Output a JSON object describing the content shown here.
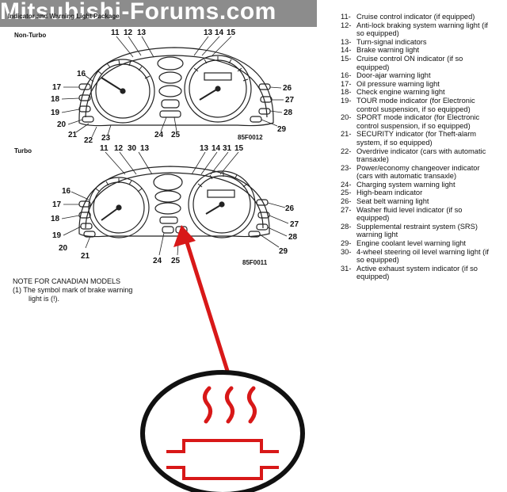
{
  "watermark": "Mitsubishi-Forums.com",
  "section_title": "Indicator and Warning Light Package",
  "diagrams": {
    "non_turbo": {
      "label": "Non-Turbo",
      "code": "85F0012",
      "callouts": [
        "11",
        "12",
        "13",
        "13",
        "14",
        "15",
        "16",
        "17",
        "18",
        "19",
        "20",
        "21",
        "22",
        "23",
        "24",
        "25",
        "26",
        "27",
        "28",
        "29"
      ]
    },
    "turbo": {
      "label": "Turbo",
      "code": "85F0011",
      "callouts": [
        "11",
        "12",
        "30",
        "13",
        "13",
        "14",
        "31",
        "15",
        "16",
        "17",
        "18",
        "19",
        "20",
        "21",
        "24",
        "25",
        "26",
        "27",
        "28",
        "29"
      ]
    }
  },
  "note": {
    "title": "NOTE FOR CANADIAN MODELS",
    "line1": "(1)  The symbol mark of brake warning",
    "line2": "light is (!)."
  },
  "legend": [
    {
      "num": "11-",
      "text": "Cruise control indicator (if equipped)"
    },
    {
      "num": "12-",
      "text": "Anti-lock braking system warning light (if so equipped)"
    },
    {
      "num": "13-",
      "text": "Turn-signal indicators"
    },
    {
      "num": "14-",
      "text": "Brake warning light"
    },
    {
      "num": "15-",
      "text": "Cruise control ON indicator (if so equipped)"
    },
    {
      "num": "16-",
      "text": "Door-ajar warning light"
    },
    {
      "num": "17-",
      "text": "Oil pressure warning light"
    },
    {
      "num": "18-",
      "text": "Check engine warning light"
    },
    {
      "num": "19-",
      "text": "TOUR mode indicator (for Electronic control suspension, if so equipped)"
    },
    {
      "num": "20-",
      "text": "SPORT mode indicator (for Electronic control suspension, if so equipped)"
    },
    {
      "num": "21-",
      "text": "SECURITY indicator (for Theft-alarm system, if so equipped)"
    },
    {
      "num": "22-",
      "text": "Overdrive indicator (cars with automatic transaxle)"
    },
    {
      "num": "23-",
      "text": "Power/economy changeover indicator (cars with automatic transaxle)"
    },
    {
      "num": "24-",
      "text": "Charging system warning light"
    },
    {
      "num": "25-",
      "text": "High-beam indicator"
    },
    {
      "num": "26-",
      "text": "Seat belt warning light"
    },
    {
      "num": "27-",
      "text": "Washer fluid level indicator (if so equipped)"
    },
    {
      "num": "28-",
      "text": "Supplemental restraint system (SRS) warning light"
    },
    {
      "num": "29-",
      "text": "Engine coolant level warning light"
    },
    {
      "num": "30-",
      "text": "4-wheel steering oil level warning light (if so equipped)"
    },
    {
      "num": "31-",
      "text": "Active exhaust system indicator (if so equipped)"
    }
  ],
  "colors": {
    "arrow": "#d81818",
    "symbol": "#d81818",
    "banner": "#8c8c8c"
  },
  "icons": {
    "highlight_symbol": "active-exhaust-icon"
  }
}
